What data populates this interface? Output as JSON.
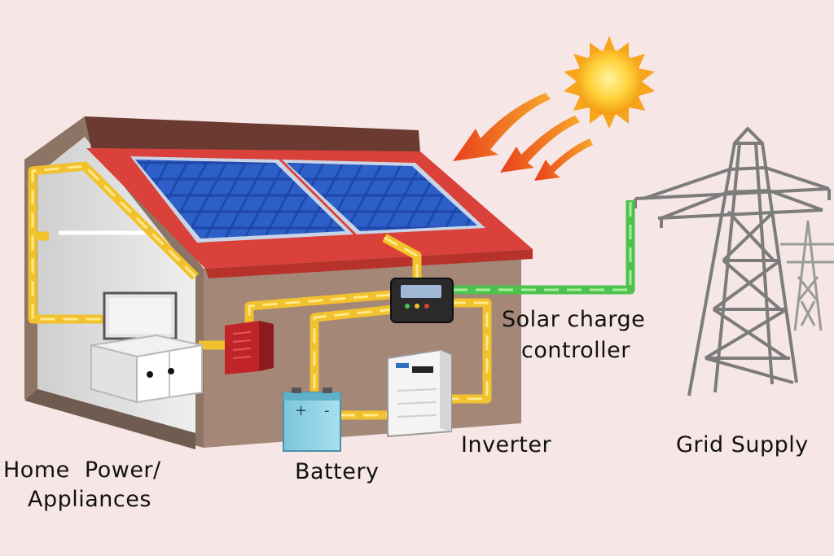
{
  "labels": {
    "home_line1": "Home  Power/",
    "home_line2": "Appliances",
    "battery": "Battery",
    "inverter": "Inverter",
    "controller_line1": "Solar charge",
    "controller_line2": "controller",
    "grid": "Grid Supply"
  },
  "icons": {
    "sun": "sun-icon",
    "sun_rays": "sun-ray-arrows",
    "solar_panels": "solar-panel-icon",
    "charge_controller": "charge-controller-icon",
    "battery": "battery-icon",
    "inverter": "inverter-icon",
    "power_tower": "transmission-tower-icon",
    "tv": "tv-icon",
    "cabinet": "cabinet-icon",
    "breaker_box": "breaker-box-icon"
  },
  "colors": {
    "background": "#f7e6e6",
    "roof": "#d9413a",
    "wall": "#a48777",
    "solar_wire": "#f2c12e",
    "grid_wire": "#4ec24e",
    "tower": "#7c7c7c",
    "sun": "#f7a51c"
  }
}
